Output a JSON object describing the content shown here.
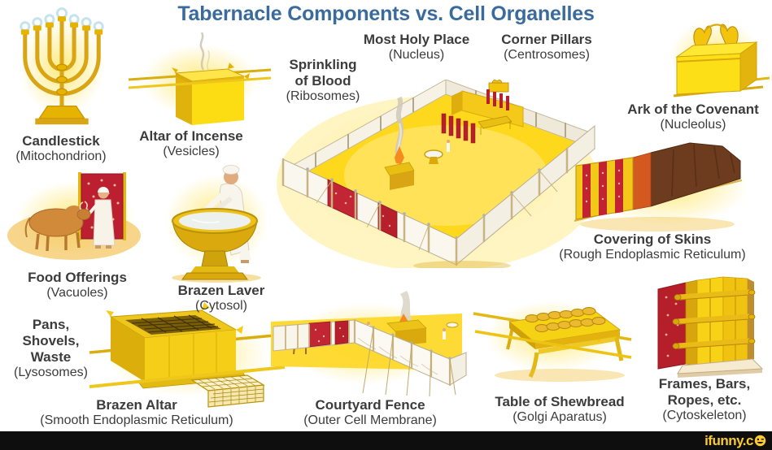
{
  "title": "Tabernacle Components vs. Cell Organelles",
  "items": [
    {
      "id": "candlestick",
      "name": "Candlestick",
      "organelle": "(Mitochondrion)"
    },
    {
      "id": "altar-of-incense",
      "name": "Altar of Incense",
      "organelle": "(Vesicles)"
    },
    {
      "id": "sprinkling-of-blood",
      "name": "Sprinkling\nof Blood",
      "organelle": "(Ribosomes)"
    },
    {
      "id": "most-holy-place",
      "name": "Most Holy Place",
      "organelle": "(Nucleus)"
    },
    {
      "id": "corner-pillars",
      "name": "Corner Pillars",
      "organelle": "(Centrosomes)"
    },
    {
      "id": "ark-of-the-covenant",
      "name": "Ark of the Covenant",
      "organelle": "(Nucleolus)"
    },
    {
      "id": "covering-of-skins",
      "name": "Covering of Skins",
      "organelle": "(Rough Endoplasmic Reticulum)"
    },
    {
      "id": "food-offerings",
      "name": "Food Offerings",
      "organelle": "(Vacuoles)"
    },
    {
      "id": "brazen-laver",
      "name": "Brazen Laver",
      "organelle": "(Cytosol)"
    },
    {
      "id": "pans-shovels-waste",
      "name": "Pans,\nShovels,\nWaste",
      "organelle": "(Lysosomes)"
    },
    {
      "id": "brazen-altar",
      "name": "Brazen Altar",
      "organelle": "(Smooth Endoplasmic Reticulum)"
    },
    {
      "id": "courtyard-fence",
      "name": "Courtyard Fence",
      "organelle": "(Outer Cell Membrane)"
    },
    {
      "id": "table-of-shewbread",
      "name": "Table of Shewbread",
      "organelle": "(Golgi Aparatus)"
    },
    {
      "id": "frames-bars-ropes",
      "name": "Frames, Bars,\nRopes, etc.",
      "organelle": "(Cytoskeleton)"
    }
  ],
  "watermark": {
    "text": "ifunny.c",
    "smiley": "winking-smiley-icon",
    "bar_color": "#0e0e0e",
    "text_color": "#f9ca32"
  },
  "colors": {
    "title_blue": "#3a6b9c",
    "label_gray": "#3c3c3c",
    "gold": "#f2c818",
    "curtain_red": "#bb2030",
    "background": "#ffffff"
  }
}
